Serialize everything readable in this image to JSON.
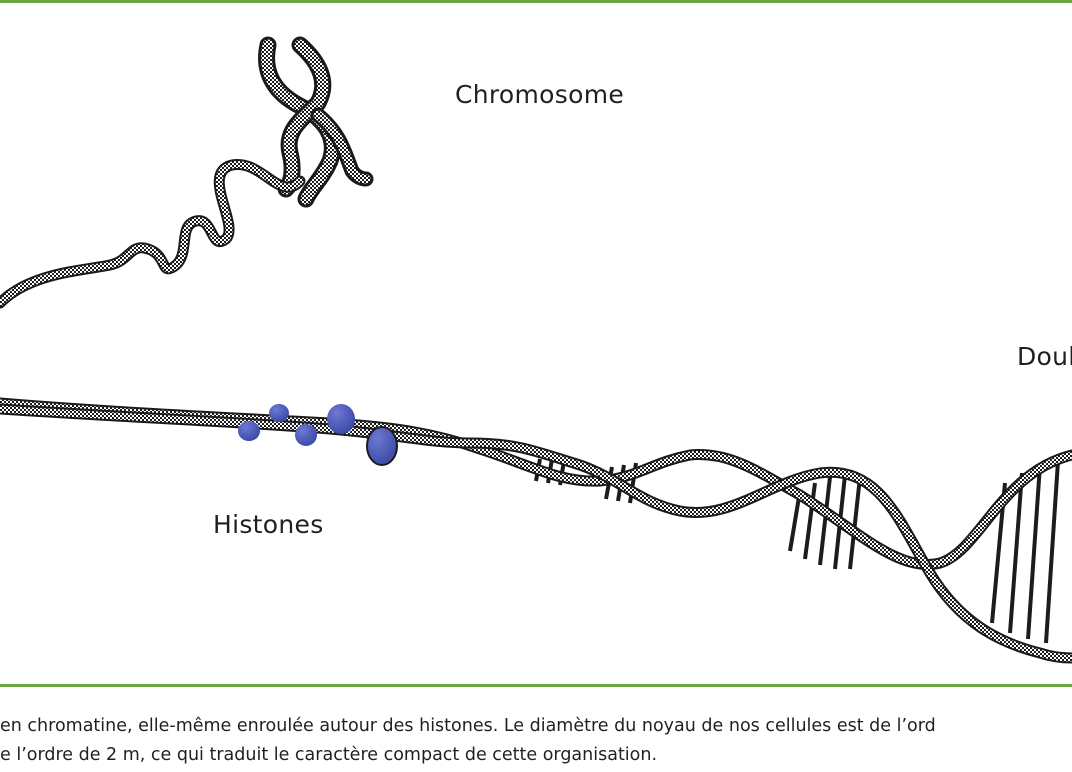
{
  "colors": {
    "rule": "#6aa844",
    "strand": "#1c1c1c",
    "strand_pattern": "#ffffff",
    "histone": "#3a48a6",
    "histone_highlight": "#6d79d2",
    "text": "#231f20"
  },
  "labels": {
    "chromosome": "Chromosome",
    "histones": "Histones",
    "double_helix_partial": "Doul"
  },
  "caption": {
    "line1": "en chromatine, elle-même enroulée autour des histones. Le diamètre du noyau de nos cellules est de l’ord",
    "line2": "e l’ordre de 2 m, ce qui traduit le caractère compact de cette organisation."
  }
}
